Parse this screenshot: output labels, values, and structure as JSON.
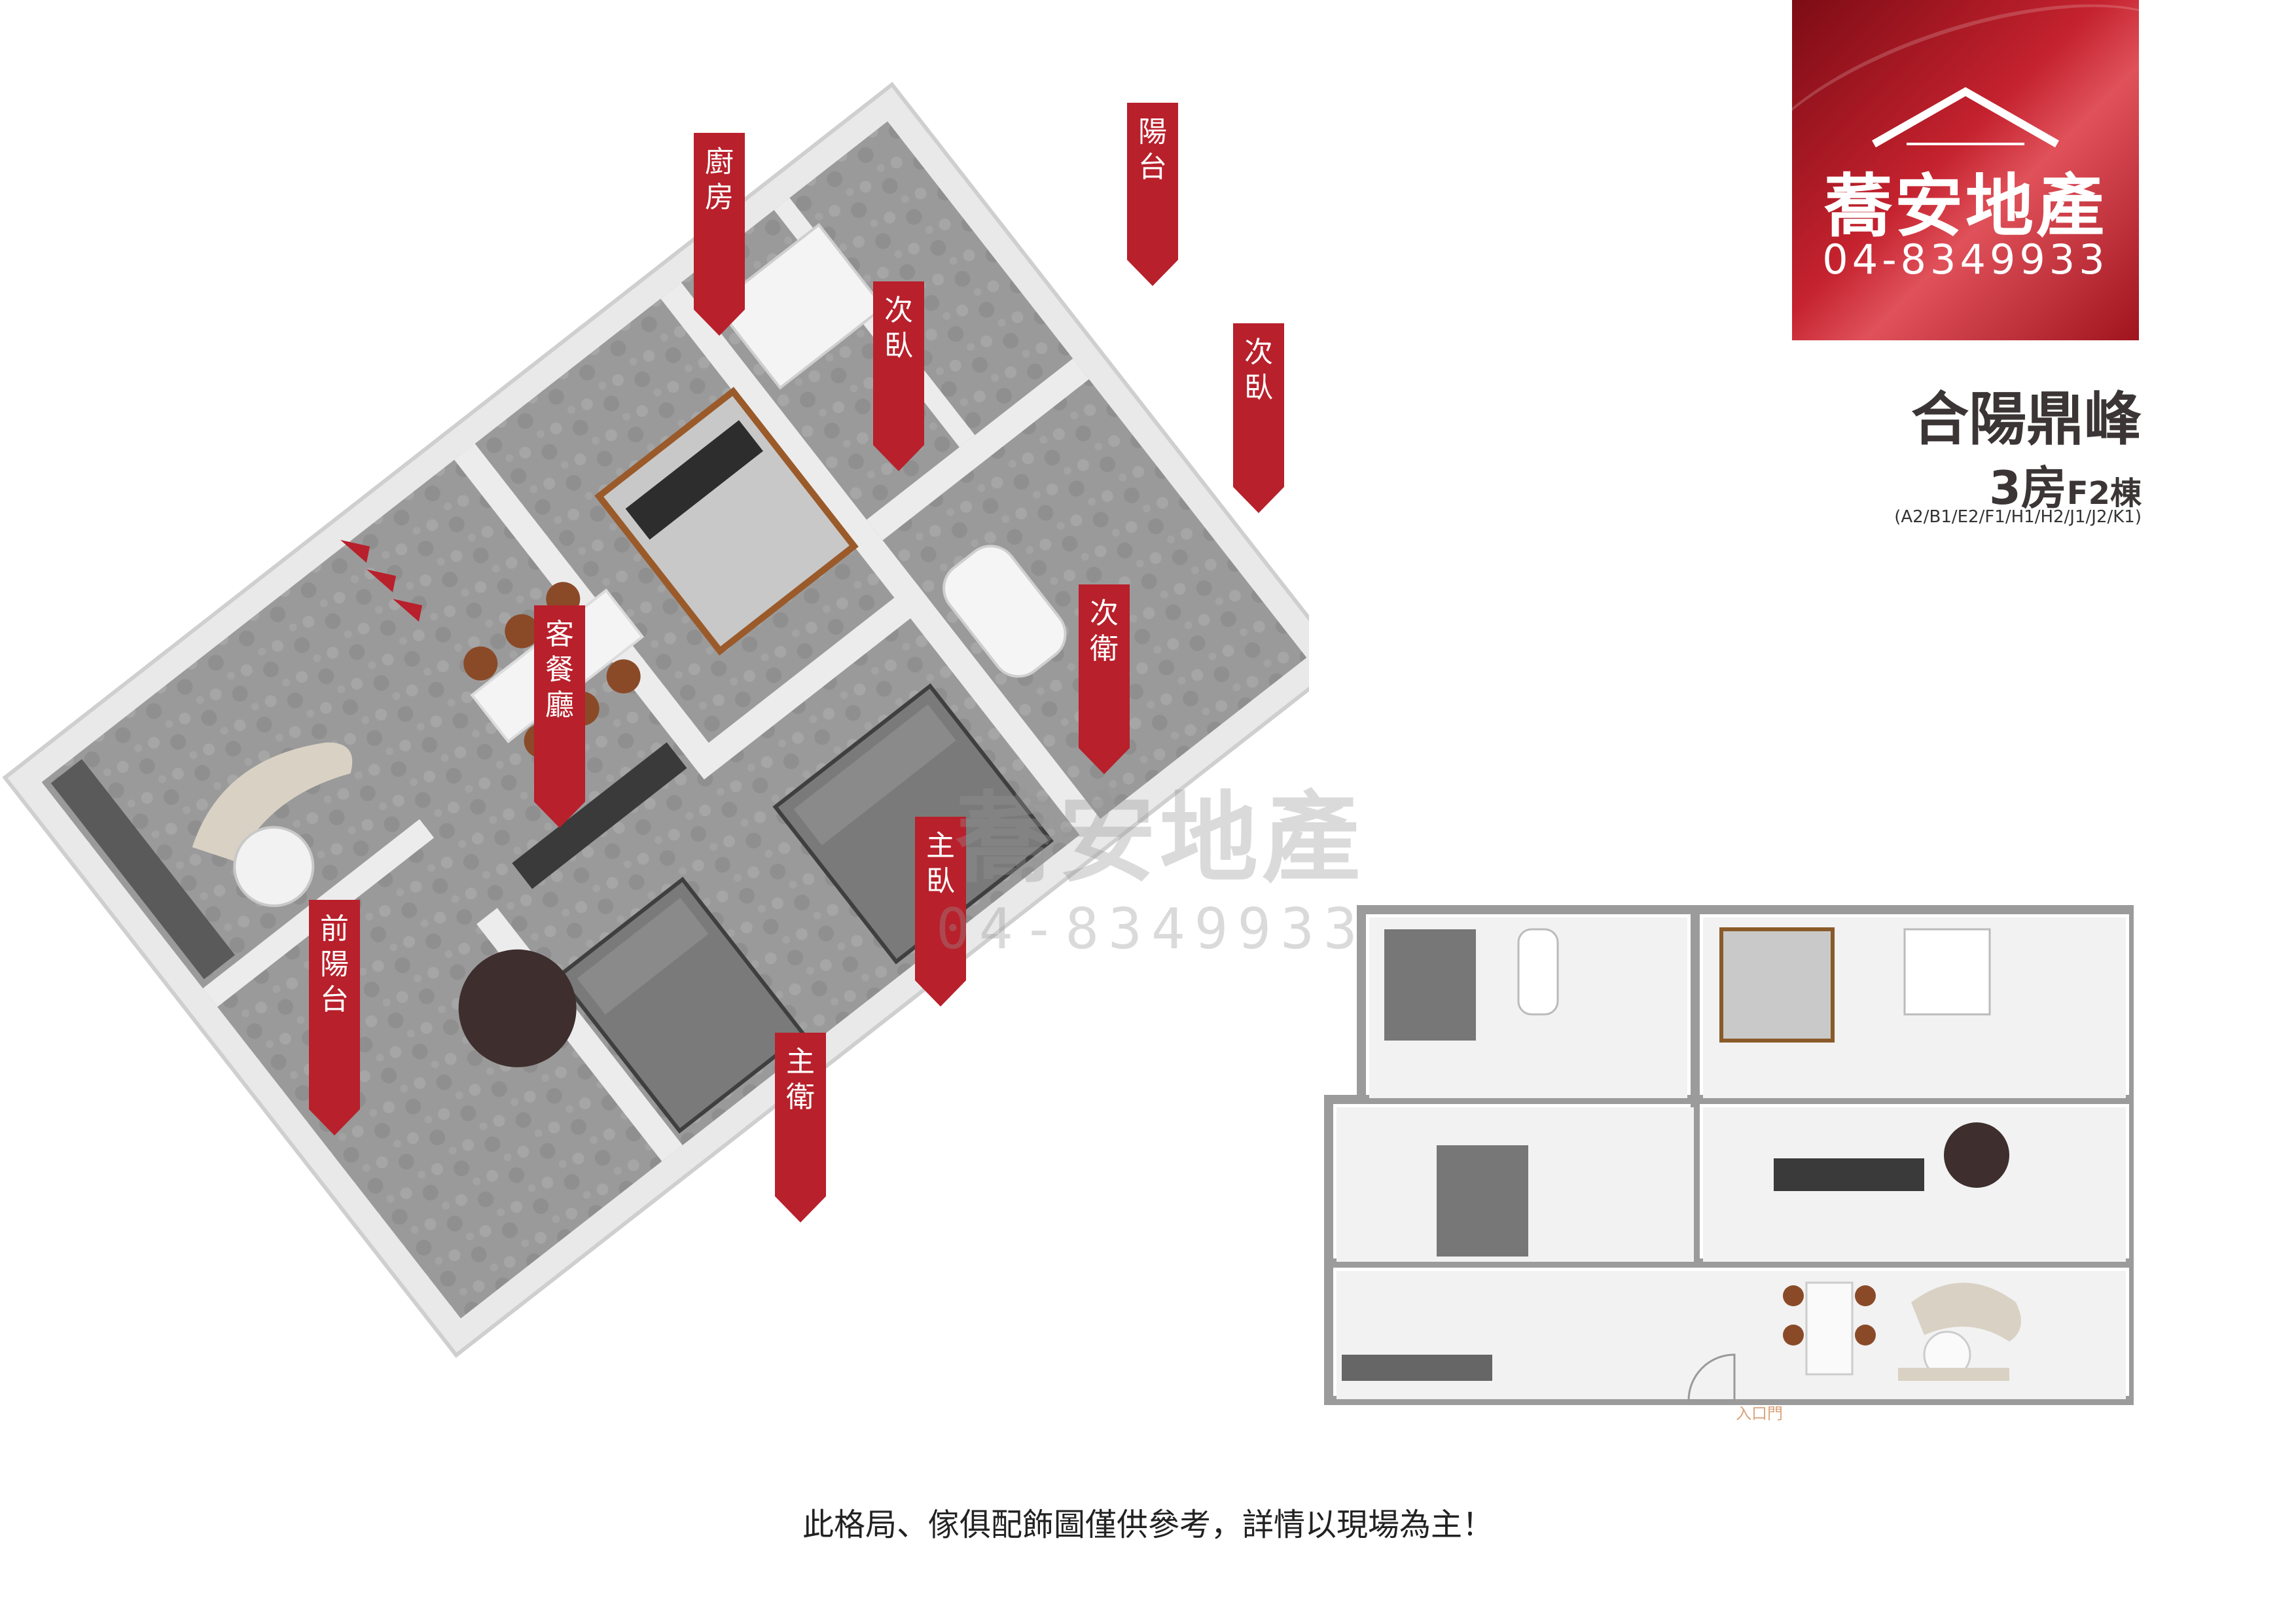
{
  "brand": {
    "name": "蕎安地產",
    "phone": "04-8349933",
    "colors": {
      "brand_red": "#b8202b",
      "dark_text": "#3b3535"
    }
  },
  "project": {
    "title": "合陽鼎峰",
    "unit_type": "3房",
    "building": "F2棟",
    "unit_codes": "(A2/B1/E2/F1/H1/H2/J1/J2/K1)"
  },
  "room_labels": {
    "kitchen": "廚房",
    "balcony": "陽台",
    "second_bedroom_a": "次臥",
    "second_bedroom_b": "次臥",
    "living_dining": "客餐廳",
    "second_bathroom": "次衛",
    "master_bedroom": "主臥",
    "front_balcony": "前陽台",
    "master_bathroom": "主衛"
  },
  "floorplan_2d": {
    "entry_label": "入口門"
  },
  "disclaimer": "此格局、傢俱配飾圖僅供參考，詳情以現場為主！"
}
